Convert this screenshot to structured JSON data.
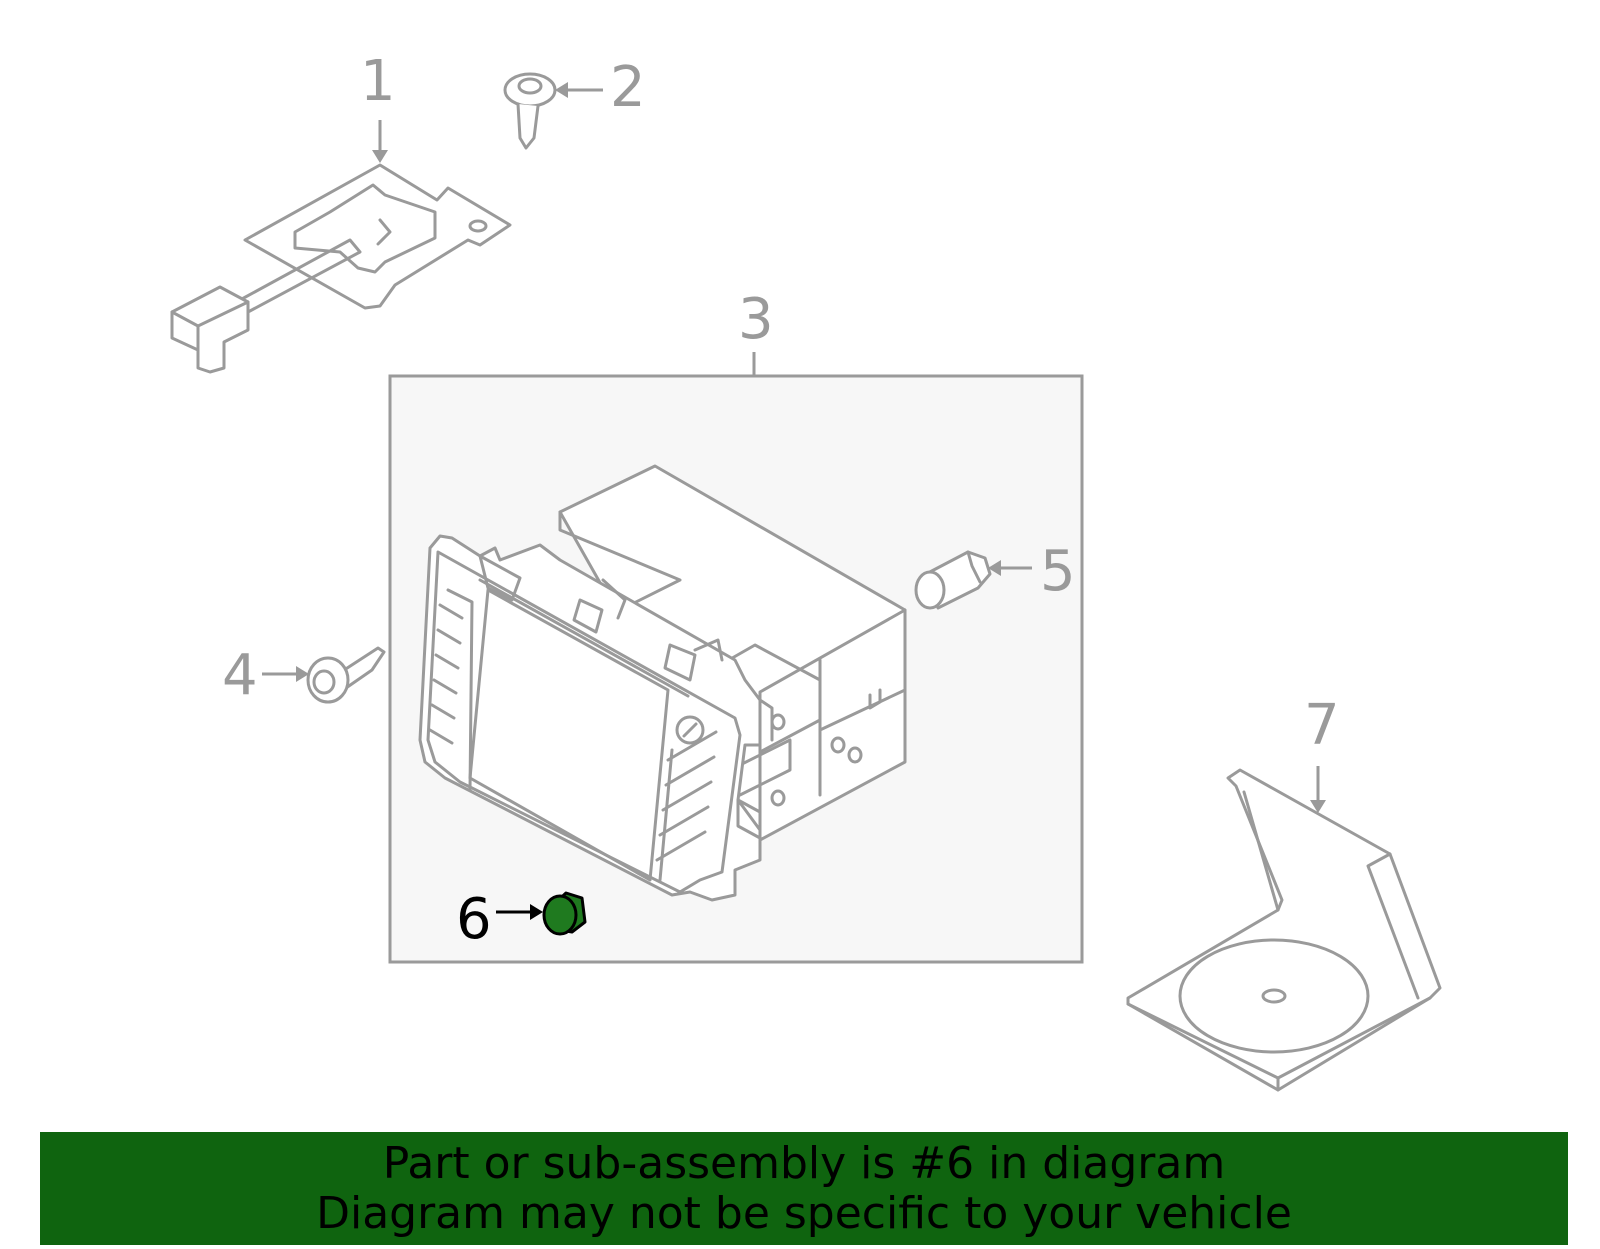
{
  "callouts": {
    "c1": "1",
    "c2": "2",
    "c3": "3",
    "c4": "4",
    "c5": "5",
    "c6": "6",
    "c7": "7"
  },
  "highlighted_part": "6",
  "banner": {
    "line1": "Part or sub-assembly is #6 in diagram",
    "line2": "Diagram may not be specific to your vehicle"
  },
  "colors": {
    "line_art": "#9a9a9a",
    "highlight_part": "#1f7a1f",
    "banner_bg": "#0f640f",
    "box_bg": "#f7f7f7"
  }
}
